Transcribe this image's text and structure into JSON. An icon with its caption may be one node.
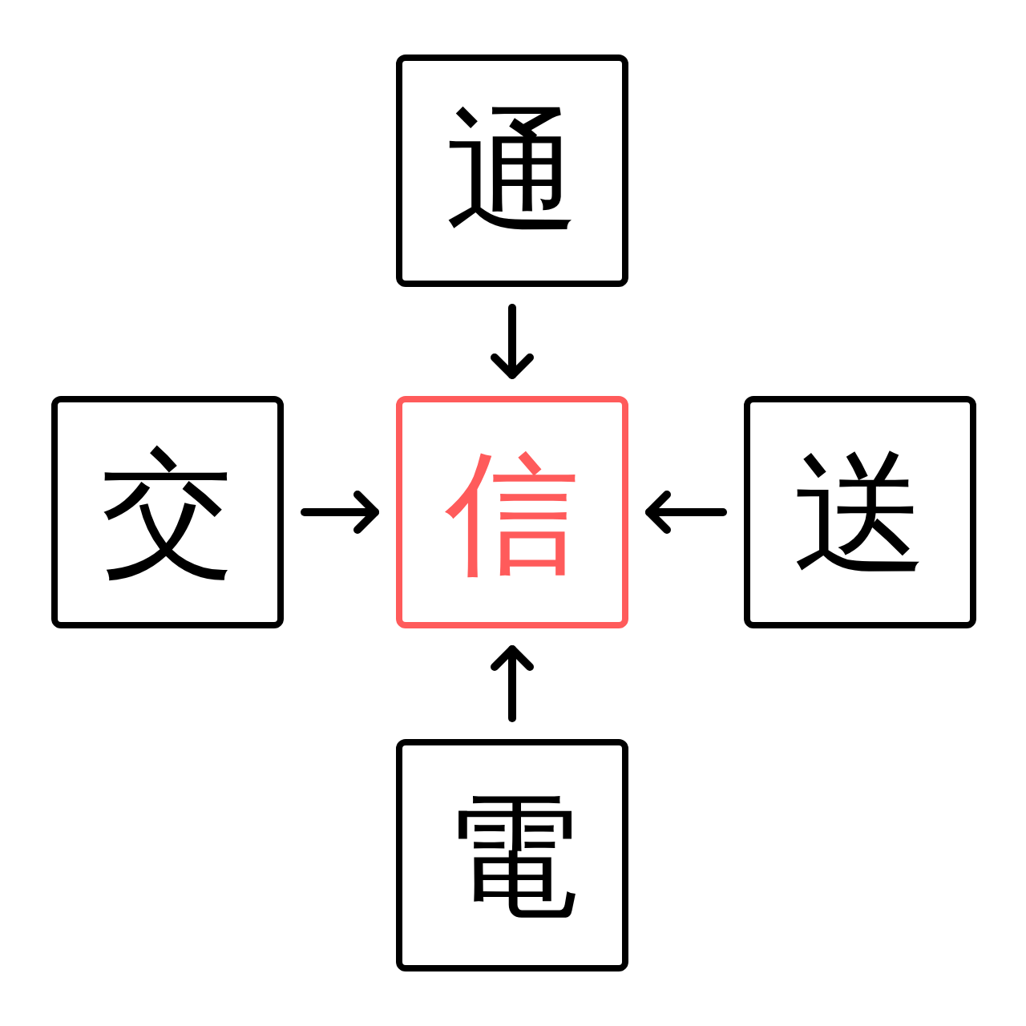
{
  "diagram": {
    "nodes": [
      {
        "text": [
          "通"
        ]
      },
      {
        "text": [
          "交"
        ]
      },
      {
        "text": [
          "信"
        ]
      },
      {
        "text": [
          "送"
        ]
      },
      {
        "text": [
          "電"
        ]
      }
    ],
    "edges": [
      {
        "from": 0,
        "to": 2,
        "arrow": "to"
      },
      {
        "from": 1,
        "to": 2,
        "arrow": "to"
      },
      {
        "from": 3,
        "to": 2,
        "arrow": "to"
      },
      {
        "from": 4,
        "to": 2,
        "arrow": "to"
      }
    ]
  }
}
